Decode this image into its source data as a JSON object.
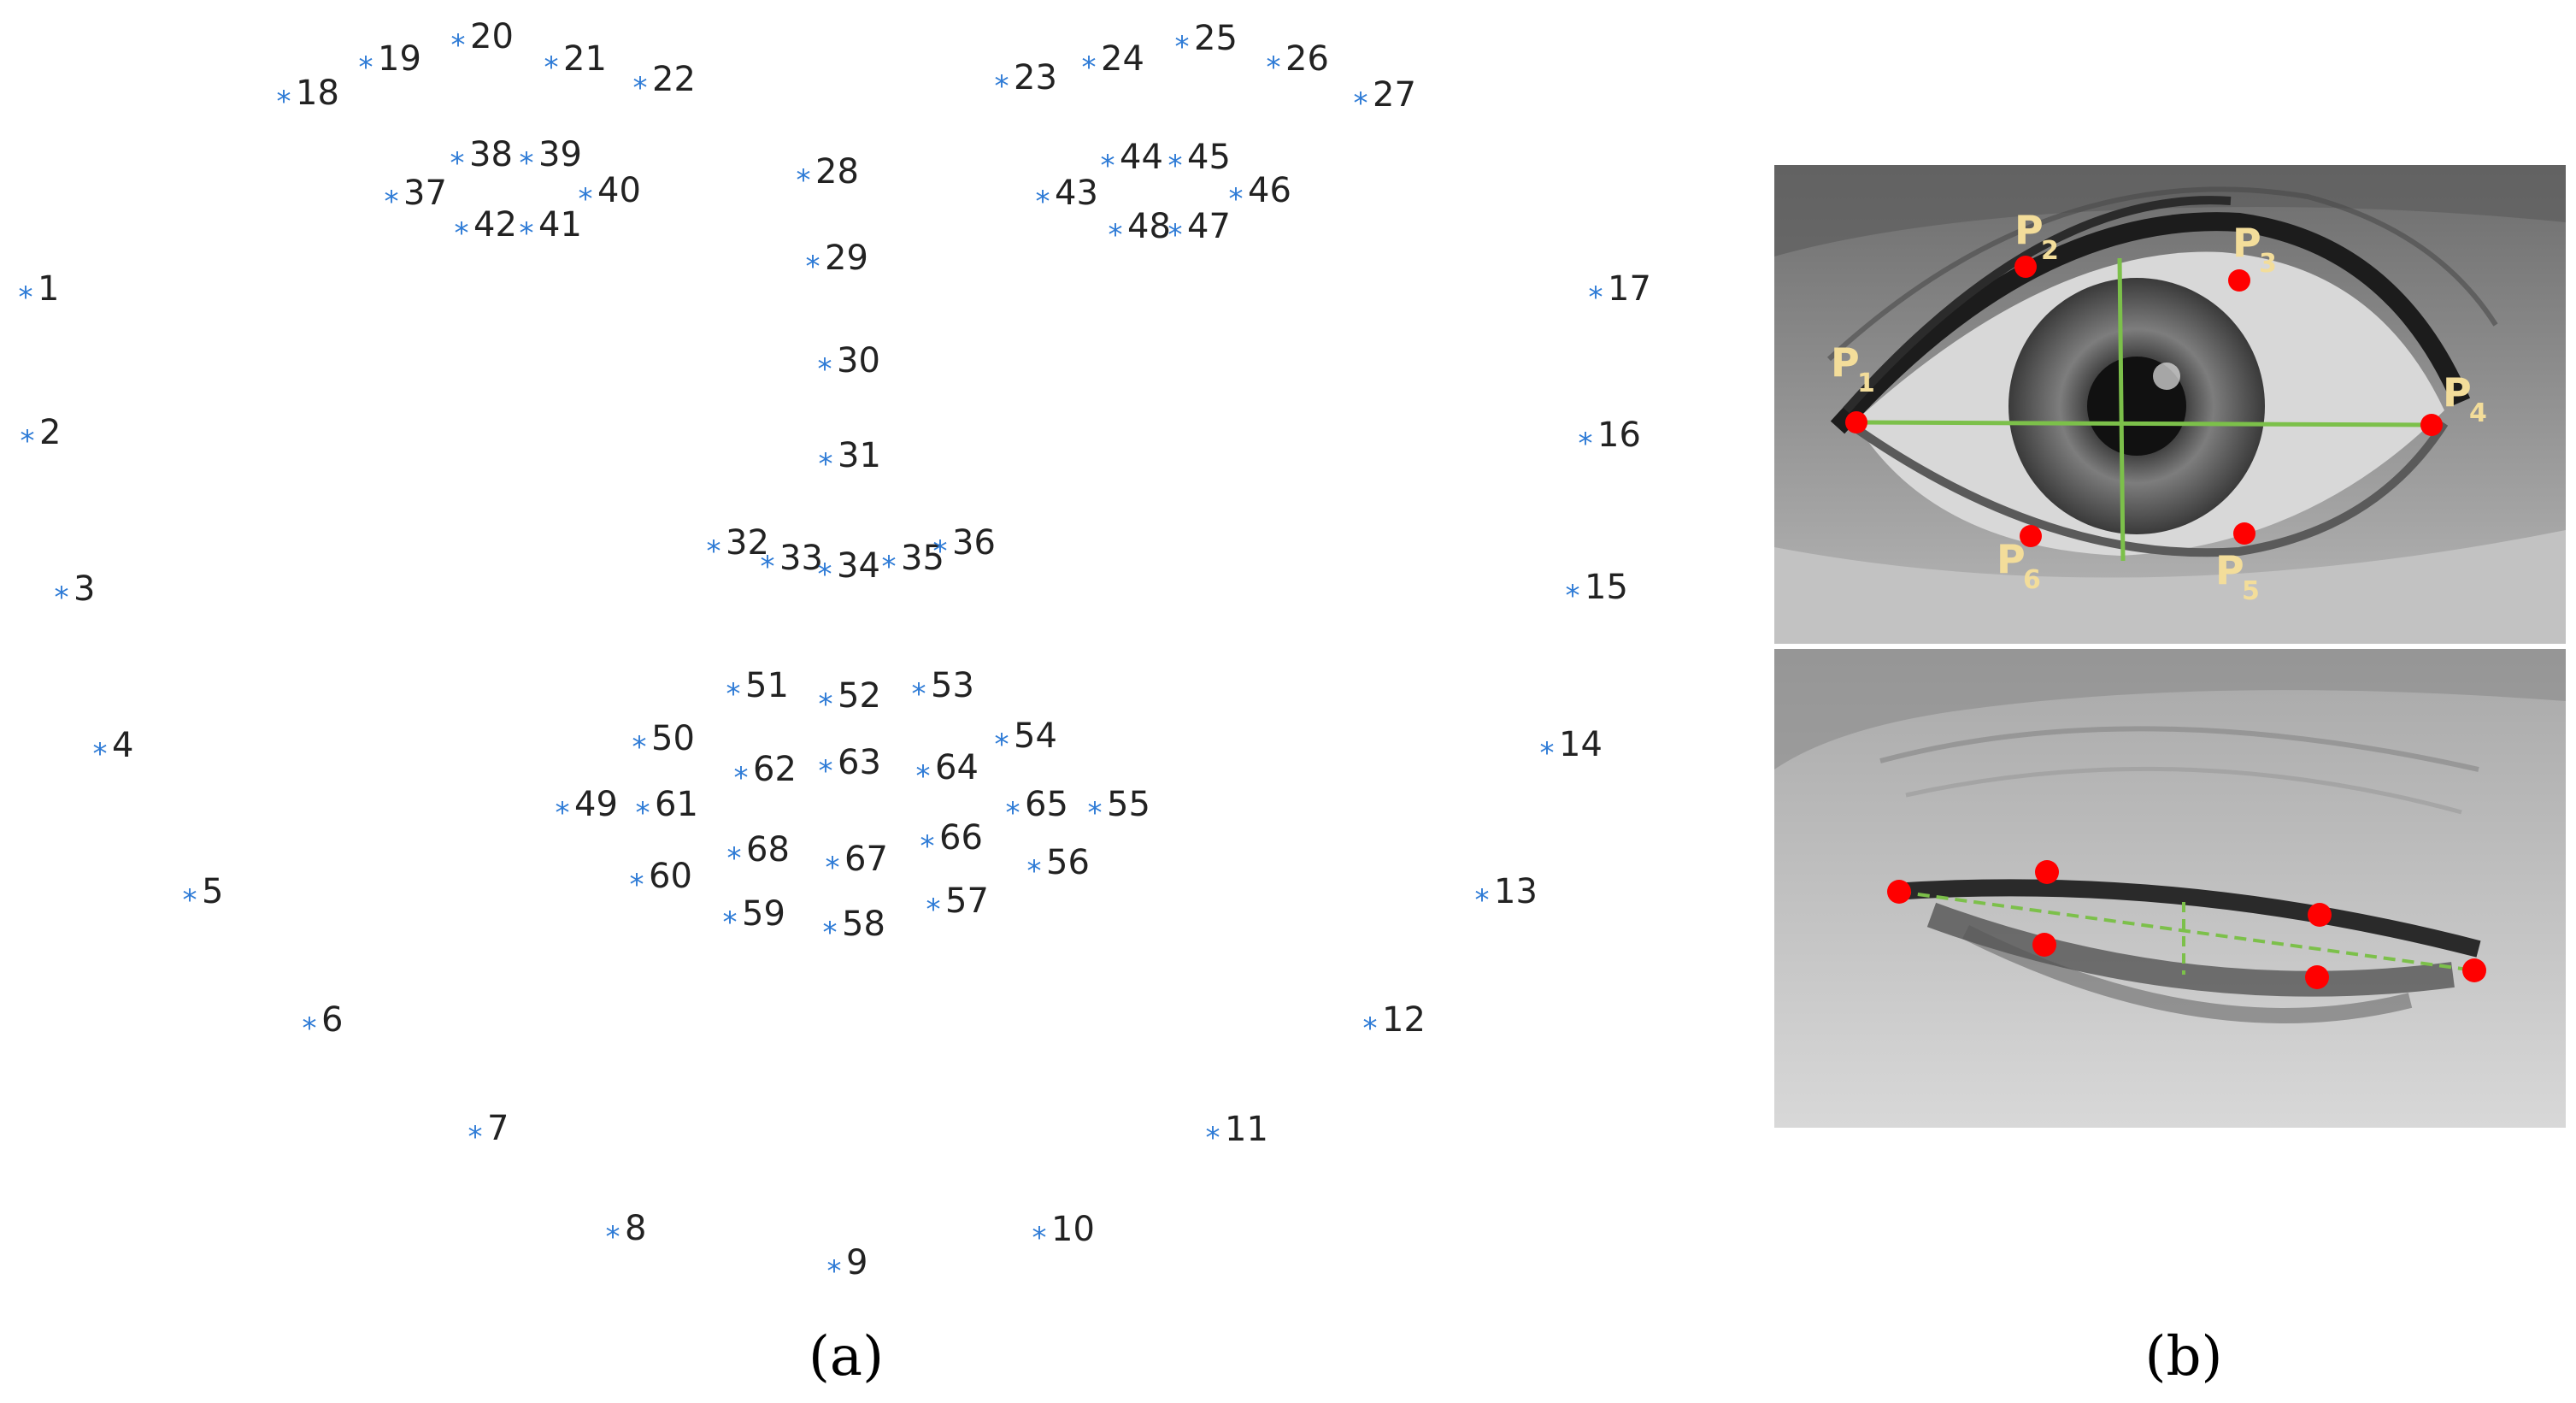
{
  "colors": {
    "star": "#2e7bd6",
    "label": "#222222",
    "red_point": "#ff0000",
    "green_line": "#7cc04a",
    "p_label": "#f3dd9a"
  },
  "captions": {
    "a": "(a)",
    "b": "(b)"
  },
  "landmarks": [
    "1",
    "2",
    "3",
    "4",
    "5",
    "6",
    "7",
    "8",
    "9",
    "10",
    "11",
    "12",
    "13",
    "14",
    "15",
    "16",
    "17",
    "18",
    "19",
    "20",
    "21",
    "22",
    "23",
    "24",
    "25",
    "26",
    "27",
    "28",
    "29",
    "30",
    "31",
    "32",
    "33",
    "34",
    "35",
    "36",
    "37",
    "38",
    "39",
    "40",
    "41",
    "42",
    "43",
    "44",
    "45",
    "46",
    "47",
    "48",
    "49",
    "50",
    "51",
    "52",
    "53",
    "54",
    "55",
    "56",
    "57",
    "58",
    "59",
    "60",
    "61",
    "62",
    "63",
    "64",
    "65",
    "66",
    "67",
    "68"
  ],
  "star_glyph": "*",
  "open_eye_points": [
    {
      "name": "P",
      "sub": "1"
    },
    {
      "name": "P",
      "sub": "2"
    },
    {
      "name": "P",
      "sub": "3"
    },
    {
      "name": "P",
      "sub": "4"
    },
    {
      "name": "P",
      "sub": "5"
    },
    {
      "name": "P",
      "sub": "6"
    }
  ]
}
